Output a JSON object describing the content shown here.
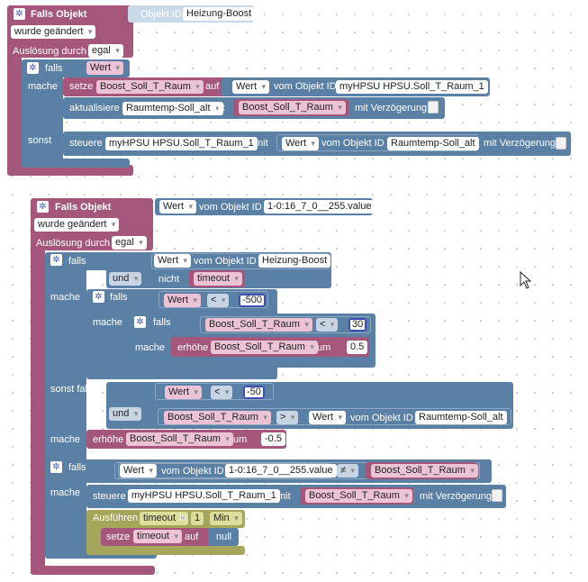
{
  "blocks": {
    "falls_objekt": "Falls Objekt",
    "objekt_id": "Objekt ID",
    "wurde_geaendert": "wurde geändert",
    "ausloesung_durch": "Auslösung durch",
    "egal": "egal",
    "falls": "falls",
    "mache": "mache",
    "sonst": "sonst",
    "sonst_falls": "sonst falls",
    "setze": "setze",
    "auf": "auf",
    "wert": "Wert",
    "vom_objekt_id": "vom Objekt ID",
    "aktualisiere": "aktualisiere",
    "mit": "mit",
    "mit_verzoegerung": "mit Verzögerung",
    "steuere": "steuere",
    "und": "und",
    "nicht": "nicht",
    "lt": "<",
    "gt": ">",
    "neq": "≠",
    "erhoehe": "erhöhe",
    "um": "um",
    "ausfuehren": "Ausführen",
    "in": "in",
    "min": "Min",
    "null": "null"
  },
  "values": {
    "heizung_boost": "Heizung-Boost",
    "boost_soll": "Boost_Soll_T_Raum",
    "myhpsu_soll": "myHPSU HPSU.Soll_T_Raum_1",
    "raumtemp_alt": "Raumtemp-Soll_alt",
    "sensor_id": "1-0:16_7_0__255.value",
    "timeout": "timeout",
    "v_m500": "-500",
    "v_30": "30",
    "v_05": "0.5",
    "v_m50": "-50",
    "v_m05": "-0.5",
    "v_1": "1"
  },
  "colors": {
    "trigger": "#a5577b",
    "logic": "#5b80a5",
    "timer": "#a5a55b"
  },
  "icons": [
    "gear-icon",
    "pointer-cursor-icon"
  ]
}
